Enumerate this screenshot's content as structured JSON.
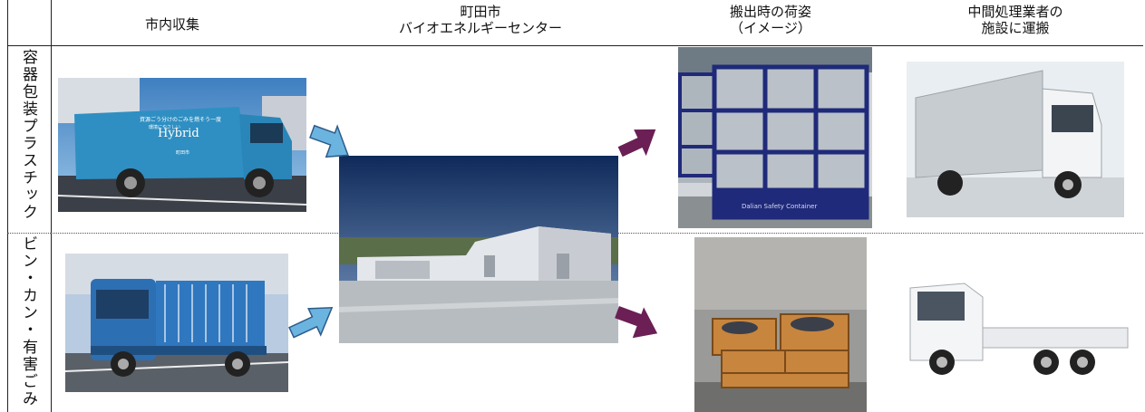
{
  "headers": {
    "collection": "市内収集",
    "center_line1": "町田市",
    "center_line2": "バイオエネルギーセンター",
    "cargo_line1": "搬出時の荷姿",
    "cargo_line2": "（イメージ）",
    "transport_line1": "中間処理業者の",
    "transport_line2": "施設に運搬"
  },
  "rows": {
    "plastic": "容器包装プラスチック",
    "bottles": "ビン・カン・有害ごみ"
  },
  "truck_text": {
    "hybrid": "Hybrid",
    "slogan": "資源ごう分けのごみを燃そう一度",
    "sub": "環境にやさしい",
    "city": "町田市",
    "cage": "Dalian Safety Container"
  },
  "colors": {
    "header_line": "#222222",
    "arrow_blue": "#6cb4e0",
    "arrow_purple": "#6b1f55",
    "cage_blue": "#1f2a7a",
    "truck_blue": "#2d6fb3"
  }
}
